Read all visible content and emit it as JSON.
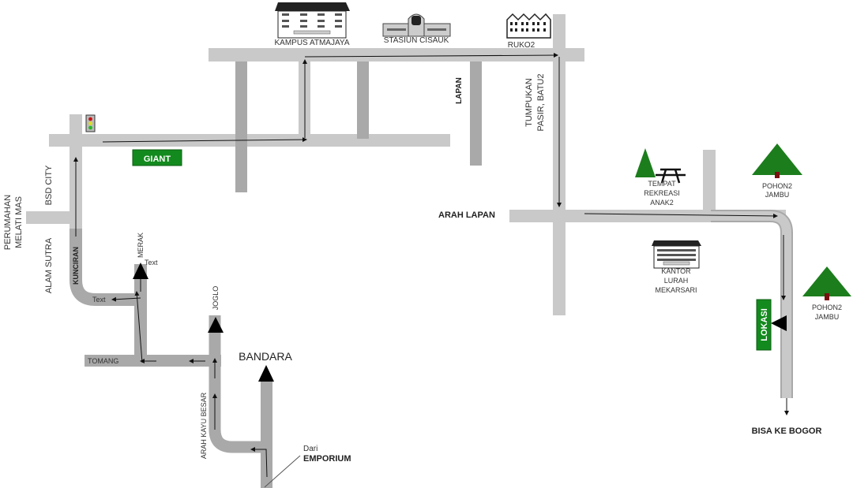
{
  "labels": {
    "kampus": "KAMPUS ATMAJAYA",
    "stasiun": "STASIUN CISAUK",
    "ruko": "RUKO2",
    "lapan": "LAPAN",
    "tumpukan_1": "TUMPUKAN",
    "tumpukan_2": "PASIR, BATU2",
    "giant": "GIANT",
    "bsd": "BSD CITY",
    "perumahan_1": "PERUMAHAN",
    "perumahan_2": "MELATI MAS",
    "alam_sutra": "ALAM SUTRA",
    "kunciran": "KUNCIRAN",
    "merak": "MERAK",
    "text_1": "Text",
    "text_2": "Text",
    "joglo": "JOGLO",
    "tomang": "TOMANG",
    "bandara": "BANDARA",
    "arah_kayu_besar": "ARAH KAYU BESAR",
    "dari": "Dari",
    "emporium": "EMPORIUM",
    "arah_lapan": "ARAH LAPAN",
    "rekreasi_1": "TEMPAT",
    "rekreasi_2": "REKREASI",
    "rekreasi_3": "ANAK2",
    "pohon_1a": "POHON2",
    "pohon_1b": "JAMBU",
    "pohon_2a": "POHON2",
    "pohon_2b": "JAMBU",
    "kantor_1": "KANTOR",
    "kantor_2": "LURAH",
    "kantor_3": "MEKARSARI",
    "lokasi": "LOKASI",
    "bogor": "BISA KE BOGOR"
  },
  "colors": {
    "road_light": "#c9c9c9",
    "road_dark": "#a9a9a9",
    "sign_green": "#138a1e",
    "tree_green": "#1c7d1c",
    "trunk": "#7a1010"
  }
}
